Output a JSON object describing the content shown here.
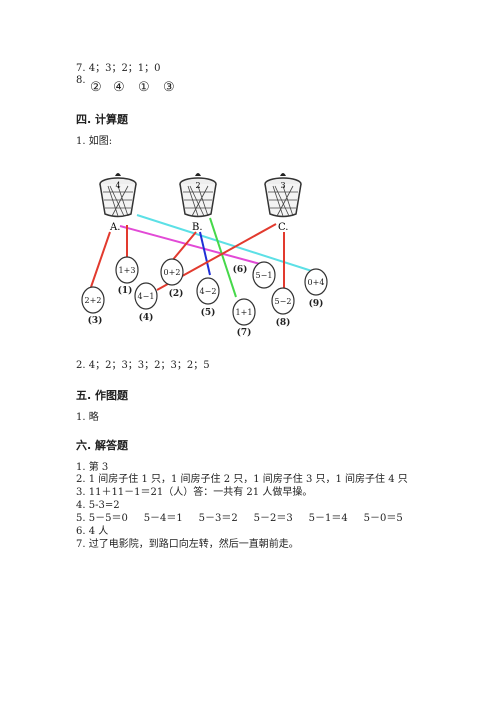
{
  "answers_top": {
    "q7": "7. 4；3；2；1；0",
    "q8_label": "8.",
    "q8_options": [
      "②",
      "④",
      "①",
      "③"
    ]
  },
  "section4": {
    "heading": "四. 计算题",
    "q1": "1. 如图:",
    "figure": {
      "baskets": [
        {
          "number": "4",
          "label": "A."
        },
        {
          "number": "2",
          "label": "B."
        },
        {
          "number": "3",
          "label": "C."
        }
      ],
      "balls": [
        {
          "expr": "1+3",
          "tag": "(1)"
        },
        {
          "expr": "0+2",
          "tag": "(2)"
        },
        {
          "expr": "2+2",
          "tag": "(3)"
        },
        {
          "expr": "4−1",
          "tag": "(4)"
        },
        {
          "expr": "4−2",
          "tag": "(5)"
        },
        {
          "expr": "5−1",
          "tag": "(6)"
        },
        {
          "expr": "1+1",
          "tag": "(7)"
        },
        {
          "expr": "5−2",
          "tag": "(8)"
        },
        {
          "expr": "0+4",
          "tag": "(9)"
        }
      ],
      "line_colors": {
        "red": "#e23a2e",
        "cyan": "#5ce0e6",
        "magenta": "#e24ad6",
        "blue": "#1f2fd6",
        "green": "#46d84a"
      }
    },
    "q2": "2. 4；2；3；3；2；3；2；5"
  },
  "section5": {
    "heading": "五. 作图题",
    "q1": "1. 略"
  },
  "section6": {
    "heading": "六. 解答题",
    "lines": [
      "1. 第 3",
      "2. 1 间房子住 1 只，1 间房子住 2 只，1 间房子住 3 只，1 间房子住 4 只",
      "3. 11＋11－1＝21（人）答：一共有 21 人做早操。",
      "4. 5-3=2",
      "5. 5－5＝0     5－4＝1     5－3＝2     5－2＝3     5－1＝4     5－0＝5",
      "6. 4 人",
      "7. 过了电影院，到路口向左转，然后一直朝前走。"
    ]
  }
}
